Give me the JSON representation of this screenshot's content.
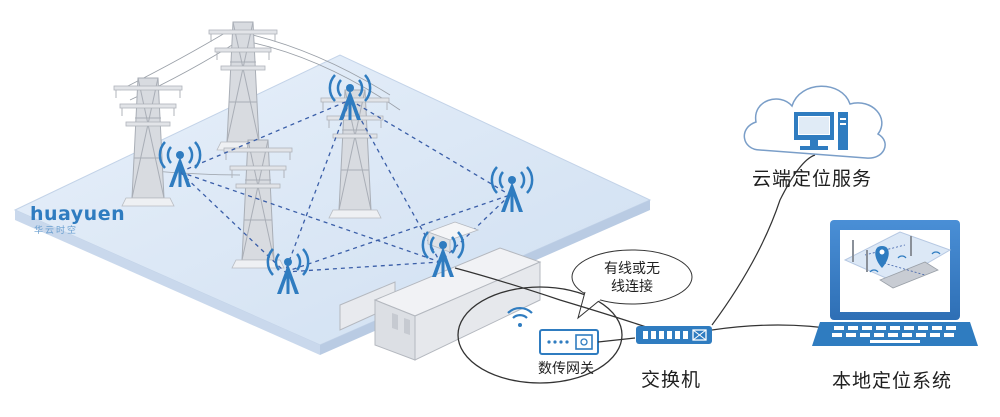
{
  "logo": {
    "brand": "huayuen",
    "subtitle": "华云时空"
  },
  "nodes": {
    "cloud_service": "云端定位服务",
    "wireless_bubble_line1": "有线或无",
    "wireless_bubble_line2": "线连接",
    "gateway": "数传网关",
    "switch": "交换机",
    "local_system": "本地定位系统"
  },
  "colors": {
    "accent": "#2f7cc0",
    "ground": "#dce8f6",
    "monitor": "#3b7fc8",
    "dashed_link": "#3a5ea8"
  },
  "icons": [
    "tower-icon",
    "antenna-icon",
    "cloud-icon",
    "computer-icon",
    "gateway-icon",
    "switch-icon",
    "monitor-icon",
    "laptop-icon",
    "location-pin-icon",
    "wifi-icon"
  ]
}
